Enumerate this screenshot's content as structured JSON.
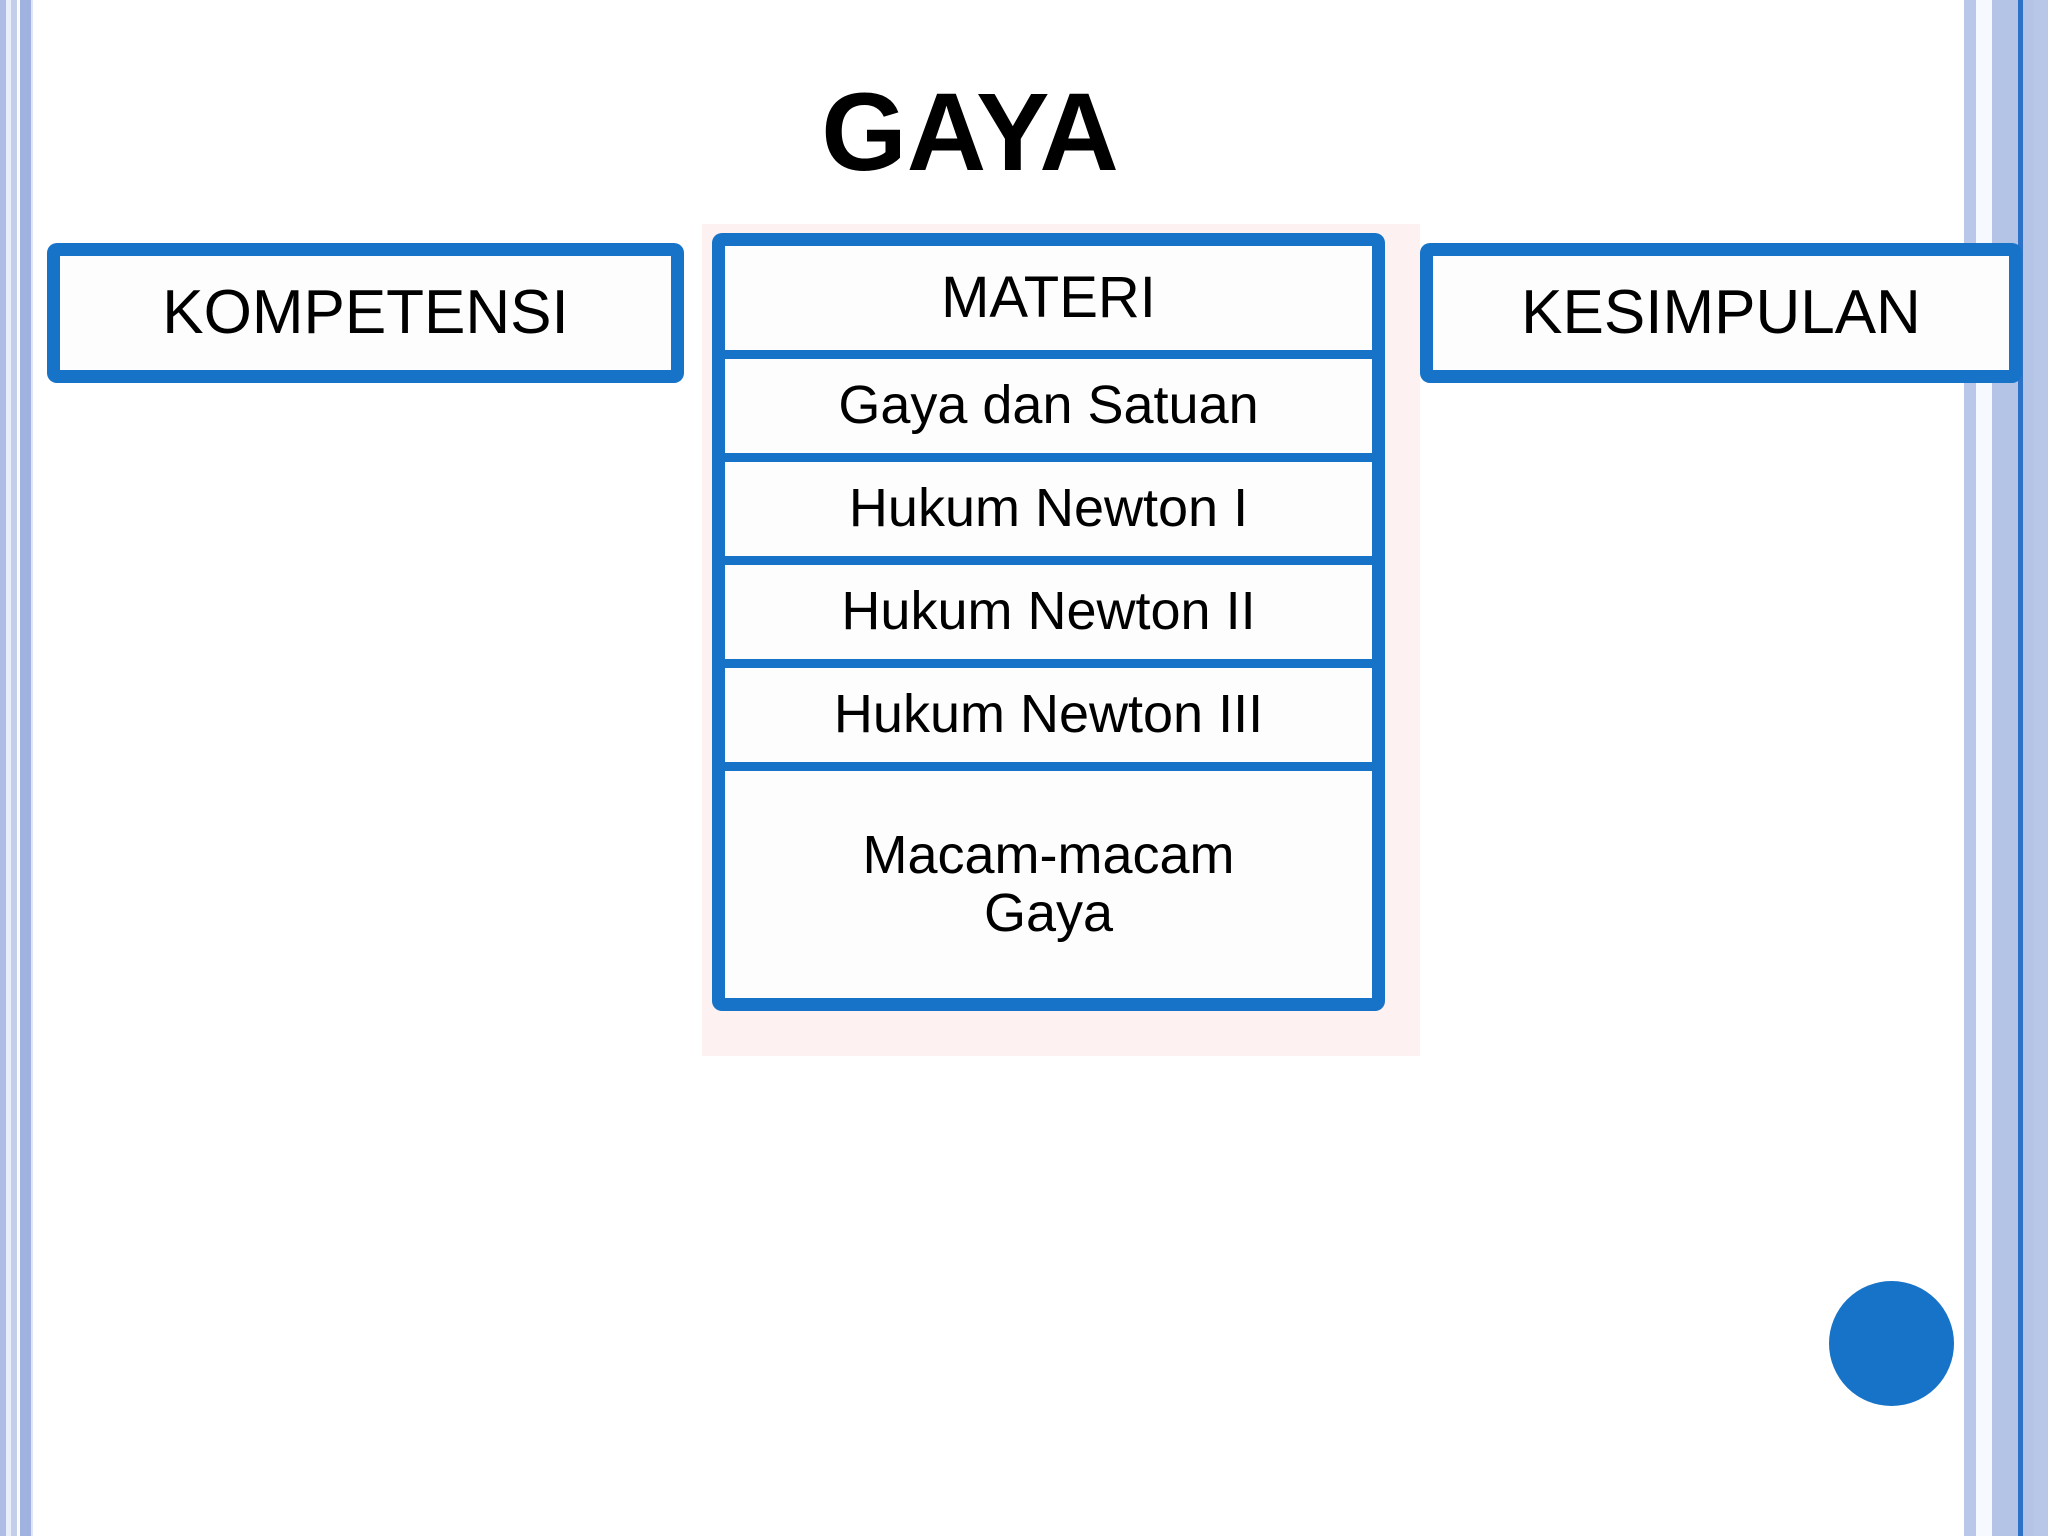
{
  "slide": {
    "title": "GAYA",
    "accent_color": "#1773C8",
    "backdrop_color": "#FDF1F2",
    "background_color": "#FFFFFF",
    "stripe_colors": {
      "left": [
        "#AEBDE6",
        "#E9EEFB",
        "#C3CFE9",
        "#FBFCFF",
        "#9FB2E0",
        "#DFE6F6"
      ],
      "right": [
        "#FFFFFF",
        "#B9C8E8",
        "#F6F9FF",
        "#B4C4E6",
        "#2E72C8",
        "#B4C4E6",
        "#B8C7E7"
      ]
    }
  },
  "nav": {
    "kompetensi": {
      "label": "KOMPETENSI"
    },
    "kesimpulan": {
      "label": "KESIMPULAN"
    }
  },
  "materi": {
    "header": "MATERI",
    "items": [
      {
        "label": "Gaya dan Satuan"
      },
      {
        "label": "Hukum Newton I"
      },
      {
        "label": "Hukum Newton II"
      },
      {
        "label": "Hukum Newton III"
      },
      {
        "label": "Macam-macam Gaya"
      }
    ]
  },
  "decor": {
    "corner_dot": "blue-circle"
  }
}
